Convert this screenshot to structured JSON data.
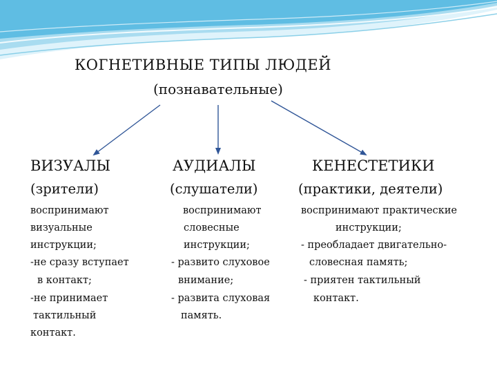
{
  "title": "КОГНЕТИВНЫЕ   ТИПЫ    ЛЮДЕЙ",
  "subtitle": "(познавательные)",
  "columns": [
    {
      "heading": "ВИЗУАЛЫ",
      "subheading": "(зрители)",
      "lines": [
        "воспринимают",
        "визуальные",
        "инструкции;",
        "-не сразу вступает",
        "в контакт;",
        "-не принимает",
        "тактильный",
        "контакт."
      ]
    },
    {
      "heading": "АУДИАЛЫ",
      "subheading": "(слушатели)",
      "lines": [
        "воспринимают",
        "словесные",
        "инструкции;",
        "- развито слуховое",
        "внимание;",
        "- развита слуховая",
        "память."
      ]
    },
    {
      "heading": "КЕНЕСТЕТИКИ",
      "subheading": "(практики, деятели)",
      "lines": [
        "воспринимают практические",
        "инструкции;",
        "- преобладает двигательно-",
        "словесная память;",
        "- приятен тактильный",
        "контакт."
      ]
    }
  ],
  "colors": {
    "arrow": "#2f5597",
    "wave_light": "#bfe6f5",
    "wave_mid": "#7ccbe8",
    "wave_dark": "#2a9fd0"
  }
}
